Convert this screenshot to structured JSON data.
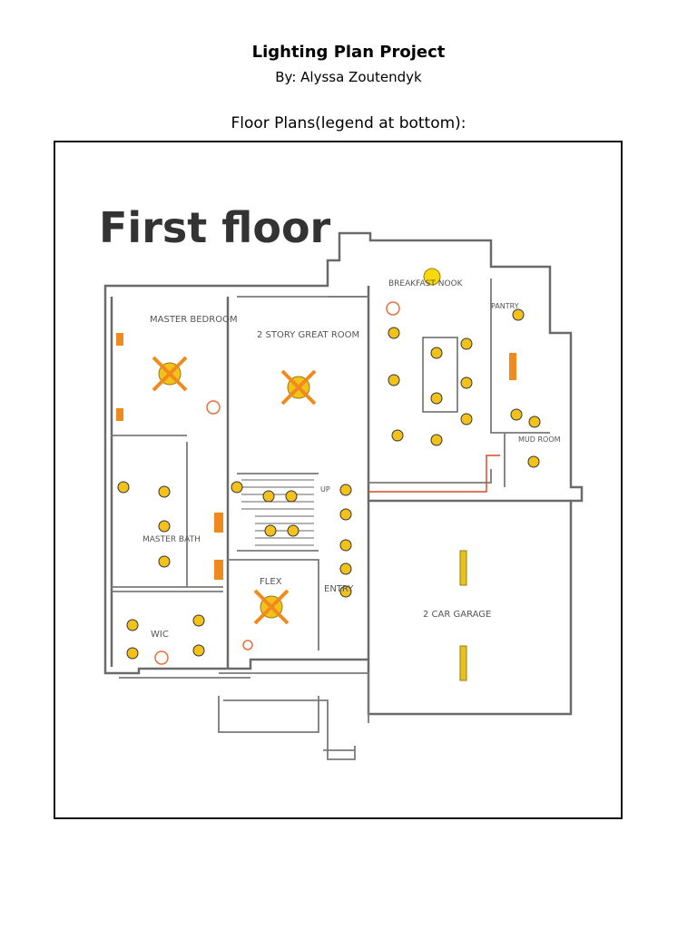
{
  "header": {
    "title": "Lighting Plan Project",
    "author": "By: Alyssa Zoutendyk",
    "caption": "Floor Plans(legend at bottom):"
  },
  "plan": {
    "heading": "First floor",
    "rooms": {
      "master_bedroom": "MASTER BEDROOM",
      "great_room": "2 STORY GREAT ROOM",
      "breakfast_nook": "BREAKFAST NOOK",
      "pantry": "PANTRY",
      "mud_room": "MUD ROOM",
      "master_bath": "MASTER BATH",
      "flex": "FLEX",
      "entry": "ENTRY",
      "wic": "WIC",
      "garage": "2 CAR GARAGE",
      "up": "UP"
    }
  },
  "colors": {
    "fixture_yellow": "#f2c21b",
    "fixture_orange": "#f08a1c",
    "switch_red": "#d84a2a",
    "wall_gray": "#6a6a6a",
    "smoke_orange": "#e2733c"
  }
}
